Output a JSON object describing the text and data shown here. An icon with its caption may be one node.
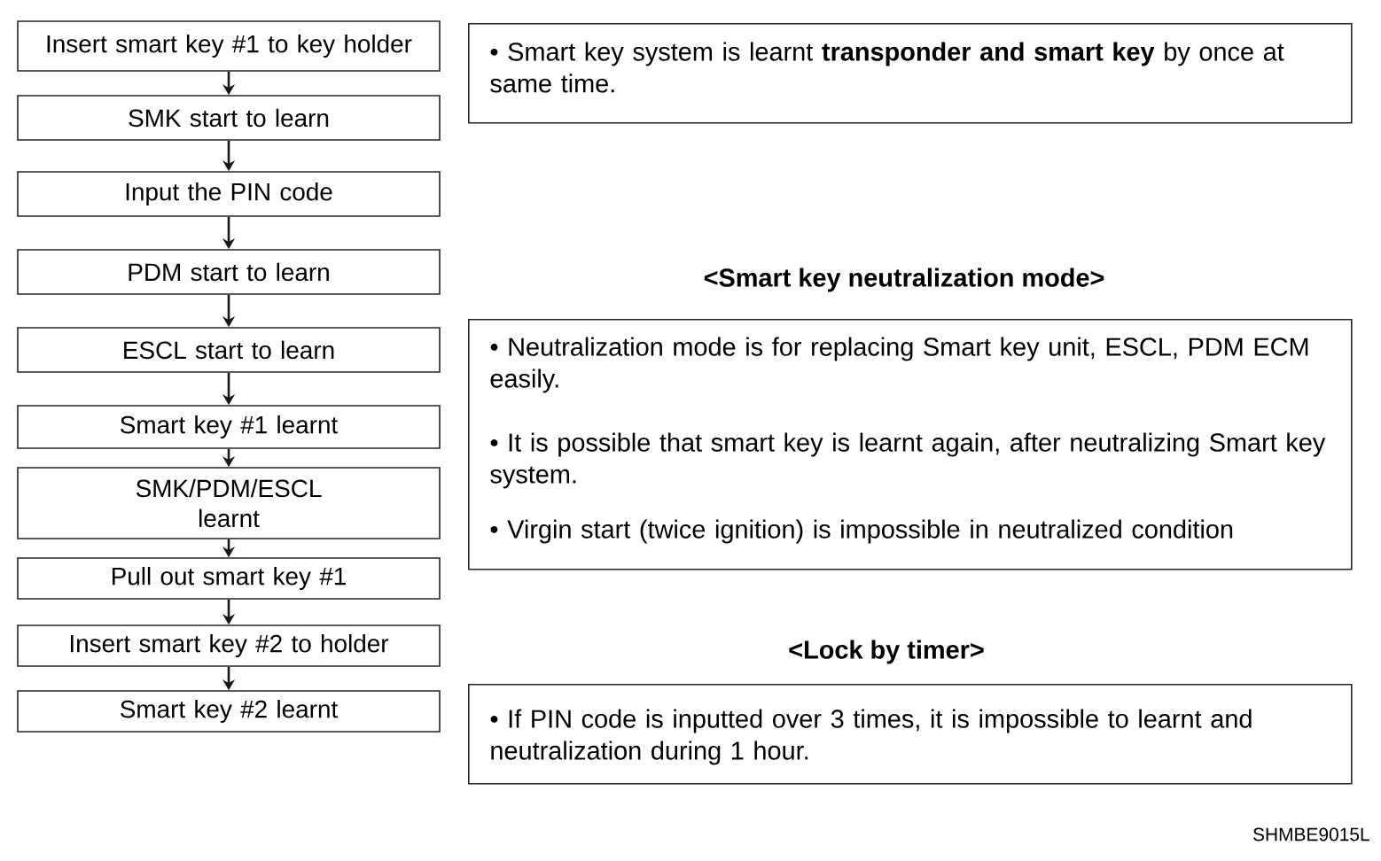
{
  "diagram": {
    "nodes": [
      {
        "text": [
          "Insert smart key #1 to key holder"
        ]
      },
      {
        "text": [
          "SMK start to learn"
        ]
      },
      {
        "text": [
          "Input the PIN code"
        ]
      },
      {
        "text": [
          "PDM start to learn"
        ]
      },
      {
        "text": [
          "ESCL start to learn"
        ]
      },
      {
        "text": [
          "Smart key #1 learnt"
        ]
      },
      {
        "text": [
          "SMK/PDM/ESCL learnt"
        ]
      },
      {
        "text": [
          "Pull out smart key #1"
        ]
      },
      {
        "text": [
          "Insert smart key #2 to holder"
        ]
      },
      {
        "text": [
          "Smart key #2 learnt"
        ]
      },
      {
        "text": [
          "• Smart key system is learnt **transponder and smart key** by once at same time."
        ]
      },
      {
        "text": [
          "<Smart key neutralization mode>",
          "• Neutralization mode is for replacing Smart key unit, ESCL, PDM ECM easily.",
          "• It is possible that smart key is learnt again, after neutralizing Smart key system.",
          "• Virgin start (twice ignition) is impossible in neutralized condition"
        ]
      },
      {
        "text": [
          "<Lock by timer>",
          "• If PIN code is inputted over 3 times, it is impossible to learnt and neutralization during 1 hour."
        ]
      }
    ],
    "edges": [
      {
        "from": 0,
        "to": 1,
        "arrow": "to"
      },
      {
        "from": 1,
        "to": 2,
        "arrow": "to"
      },
      {
        "from": 2,
        "to": 3,
        "arrow": "to"
      },
      {
        "from": 3,
        "to": 4,
        "arrow": "to"
      },
      {
        "from": 4,
        "to": 5,
        "arrow": "to"
      },
      {
        "from": 5,
        "to": 6,
        "arrow": "to"
      },
      {
        "from": 6,
        "to": 7,
        "arrow": "to"
      },
      {
        "from": 7,
        "to": 8,
        "arrow": "to"
      },
      {
        "from": 8,
        "to": 9,
        "arrow": "to"
      }
    ],
    "labels": [
      "SHMBE9015L"
    ]
  }
}
